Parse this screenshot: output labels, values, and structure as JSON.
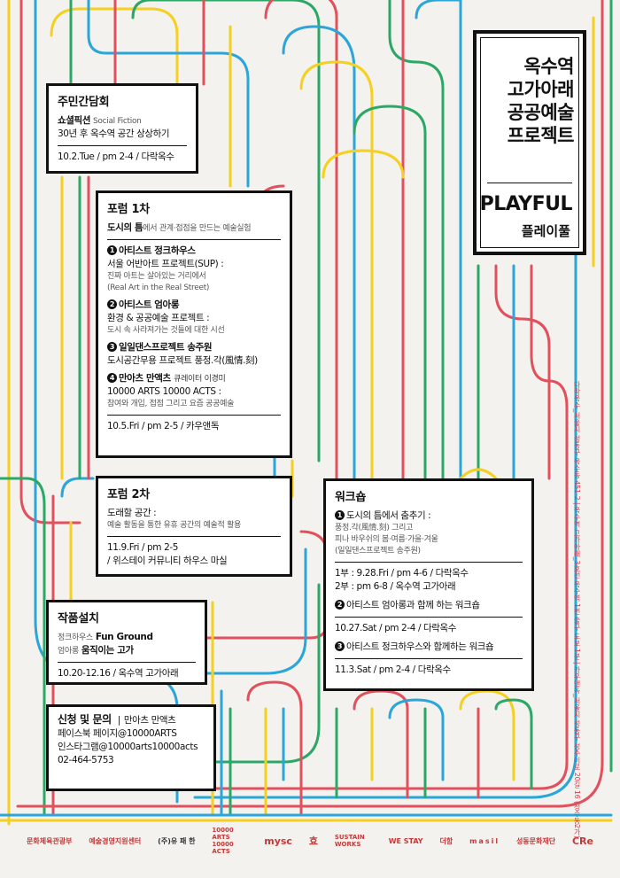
{
  "title": {
    "lines": [
      "옥수역",
      "고가아래",
      "공공예술",
      "프로젝트"
    ],
    "en": "PLAYFUL",
    "ko": "플레이풀"
  },
  "meeting": {
    "heading": "주민간담회",
    "line1_bold": "쇼셜픽션",
    "line1_rest": "Social Fiction",
    "line2": "30년 후 옥수역 공간 상상하기",
    "date": "10.2.Tue / pm 2-4 / 다락옥수"
  },
  "forum1": {
    "heading": "포럼 1차",
    "sub_bold": "도시의 틈",
    "sub_rest": "에서 관계·접점을 만드는 예술실험",
    "items": [
      {
        "num": "1",
        "name": "아티스트 정크하우스",
        "title": "서울 어반아트 프로젝트(SUP) :",
        "desc": "진짜 아트는 살아있는 거리에서",
        "desc2": "(Real Art in the Real Street)"
      },
      {
        "num": "2",
        "name": "아티스트 엄아롱",
        "title": "환경 & 공공예술 프로젝트 :",
        "desc": "도시 속 사라져가는 것들에 대한 시선",
        "desc2": ""
      },
      {
        "num": "3",
        "name": "일일댄스프로젝트 송주원",
        "title": "도시공간무용 프로젝트 풍정.각(風情.刻)",
        "desc": "",
        "desc2": ""
      },
      {
        "num": "4",
        "name": "만아츠 만액츠",
        "title": "10000 ARTS 10000 ACTS :",
        "desc": "참여와 개입, 접점 그리고 요즘 공공예술",
        "desc2": "",
        "extra": "큐레이터 이경미"
      }
    ],
    "date": "10.5.Fri / pm 2-5 / 카우앤독"
  },
  "forum2": {
    "heading": "포럼 2차",
    "sub": "도래할 공간 :",
    "desc": "예술 활동을 통한 유휴 공간의 예술적 활용",
    "date1": "11.9.Fri / pm 2-5",
    "date2": "/ 위스테이 커뮤니티 하우스 마실"
  },
  "install": {
    "heading": "작품설치",
    "line1_a": "정크하우스",
    "line1_b": "Fun Ground",
    "line2_a": "엄아롱",
    "line2_b": "움직이는 고가",
    "date": "10.20-12.16 / 옥수역 고가아래"
  },
  "contact": {
    "heading": "신청 및 문의",
    "org": "만아츠 만액츠",
    "facebook": "페이스북 페이지@10000ARTS",
    "instagram": "인스타그램@10000arts10000acts",
    "phone": "02-464-5753"
  },
  "workshop": {
    "heading": "워크숍",
    "w1_title": "도시의 틈에서 춤추기 :",
    "w1_d1": "풍정.각(風情.刻) 그리고",
    "w1_d2": "피나 바우쉬의 봄·여름·가을·겨울",
    "w1_d3": "(일일댄스프로젝트 송주원)",
    "w1_date1": "1부 : 9.28.Fri / pm 4-6 / 다락옥수",
    "w1_date2": "2부 : pm 6-8 / 옥수역 고가아래",
    "w2_title": "아티스트 엄아롱과 함께 하는 워크숍",
    "w2_date": "10.27.Sat / pm 2-4 / 다락옥수",
    "w3_title": "아티스트 정크하우스와 함께하는 워크숍",
    "w3_date": "11.3.Sat / pm 2-4 / 다락옥수"
  },
  "side_text": "다락옥수_서울시 성동구 옥수동 451-2 | 옥수역 고가아래_3호선 옥수역 1번 출구 도보 1분 | 카우앤독_서울시 성동구 성수이로 20길 16 (성수동2가)",
  "logos": [
    "문화체육관광부",
    "예술경영지원센터",
    "(주)유 패 한",
    "10000 ARTS 10000 ACTS",
    "mysc",
    "효",
    "SUSTAIN WORKS",
    "WE STAY",
    "더함",
    "masil",
    "성동문화재단",
    "CRe"
  ]
}
